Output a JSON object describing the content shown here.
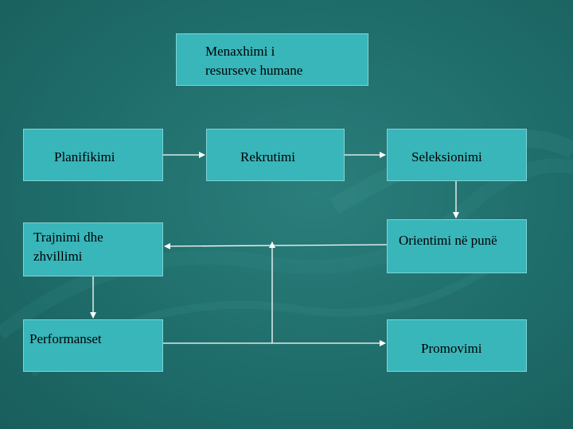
{
  "diagram": {
    "nodes": {
      "hrm": "Menaxhimi i\nresurseve humane",
      "planifikimi": "Planifikimi",
      "rekrutimi": "Rekrutimi",
      "seleksionimi": "Seleksionimi",
      "trajnimi": "Trajnimi dhe\nzhvillimi",
      "orientimi": "Orientimi në punë",
      "performanset": "Performanset",
      "promovimi": "Promovimi"
    },
    "edges": [
      {
        "from": "planifikimi",
        "to": "rekrutimi"
      },
      {
        "from": "rekrutimi",
        "to": "seleksionimi"
      },
      {
        "from": "seleksionimi",
        "to": "orientimi"
      },
      {
        "from": "orientimi",
        "to": "trajnimi"
      },
      {
        "from": "trajnimi",
        "to": "performanset"
      },
      {
        "from": "performanset",
        "to": "promovimi"
      },
      {
        "from": "performanset",
        "to": "trajnimi"
      }
    ],
    "colors": {
      "background": "#1f6e6c",
      "box_fill": "#38b6ba",
      "connector": "#ffffff"
    }
  }
}
